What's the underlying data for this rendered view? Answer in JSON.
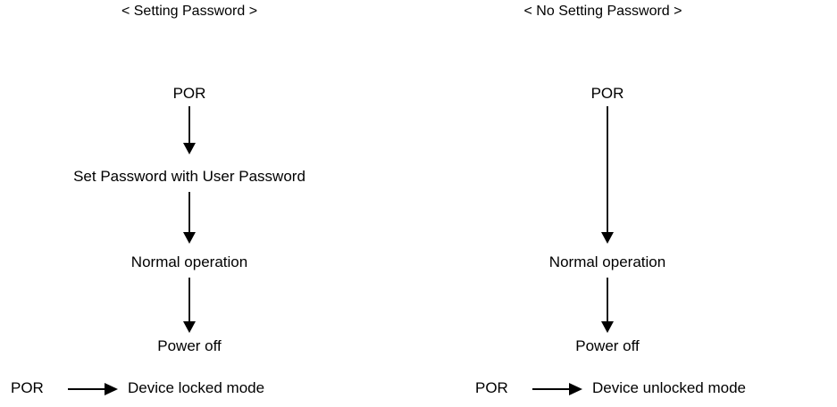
{
  "diagram": {
    "title_left": "< Setting Password >",
    "title_right": "< No Setting Password >",
    "columns": [
      {
        "id": "setting-password",
        "header": "< Setting Password >",
        "steps": [
          {
            "label": "POR"
          },
          {
            "label": "Set Password with User Password"
          },
          {
            "label": "Normal operation"
          },
          {
            "label": "Power off"
          }
        ],
        "summary": {
          "from": "POR",
          "to": "Device locked mode",
          "arrow": "right-arrow-icon"
        }
      },
      {
        "id": "no-setting-password",
        "header": "< No Setting Password >",
        "steps": [
          {
            "label": "POR"
          },
          {
            "label": "Normal operation"
          },
          {
            "label": "Power off"
          }
        ],
        "summary": {
          "from": "POR",
          "to": "Device unlocked mode",
          "arrow": "right-arrow-icon"
        }
      }
    ]
  },
  "style": {
    "background": "#ffffff",
    "ink": "#000000",
    "shaft": "#1a1a1a"
  }
}
